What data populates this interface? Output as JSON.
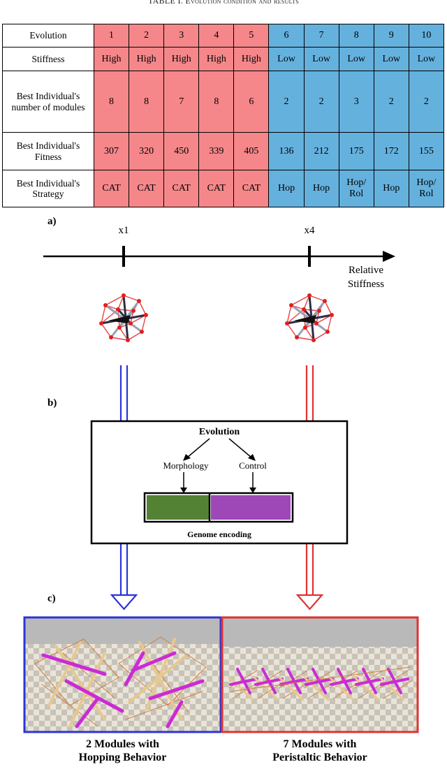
{
  "caption": {
    "prefix": "TABLE I.",
    "text": "Evolution condition and results"
  },
  "table": {
    "row_headers": [
      "Evolution",
      "Stiffness",
      "Best Individual's number of modules",
      "Best Individual's Fitness",
      "Best Individual's Strategy"
    ],
    "columns": [
      {
        "evolution": "1",
        "stiffness": "High",
        "modules": "8",
        "fitness": "307",
        "strategy": "CAT",
        "group": "high"
      },
      {
        "evolution": "2",
        "stiffness": "High",
        "modules": "8",
        "fitness": "320",
        "strategy": "CAT",
        "group": "high"
      },
      {
        "evolution": "3",
        "stiffness": "High",
        "modules": "7",
        "fitness": "450",
        "strategy": "CAT",
        "group": "high"
      },
      {
        "evolution": "4",
        "stiffness": "High",
        "modules": "8",
        "fitness": "339",
        "strategy": "CAT",
        "group": "high"
      },
      {
        "evolution": "5",
        "stiffness": "High",
        "modules": "6",
        "fitness": "405",
        "strategy": "CAT",
        "group": "high"
      },
      {
        "evolution": "6",
        "stiffness": "Low",
        "modules": "2",
        "fitness": "136",
        "strategy": "Hop",
        "group": "low"
      },
      {
        "evolution": "7",
        "stiffness": "Low",
        "modules": "2",
        "fitness": "212",
        "strategy": "Hop",
        "group": "low"
      },
      {
        "evolution": "8",
        "stiffness": "Low",
        "modules": "3",
        "fitness": "175",
        "strategy": "Hop/ Rol",
        "group": "low"
      },
      {
        "evolution": "9",
        "stiffness": "Low",
        "modules": "2",
        "fitness": "172",
        "strategy": "Hop",
        "group": "low"
      },
      {
        "evolution": "10",
        "stiffness": "Low",
        "modules": "2",
        "fitness": "155",
        "strategy": "Hop/ Rol",
        "group": "low"
      }
    ],
    "colors": {
      "high": "#f5878a",
      "low": "#65b1de"
    }
  },
  "figure": {
    "labels": {
      "a": "a)",
      "b": "b)",
      "c": "c)"
    },
    "axis": {
      "tick1": "x1",
      "tick2": "x4",
      "label_line1": "Relative",
      "label_line2": "Stiffness"
    },
    "diagram": {
      "evolution": "Evolution",
      "morphology": "Morphology",
      "control": "Control",
      "genome": "Genome encoding",
      "morph_color": "#548235",
      "control_color": "#9e48b8"
    },
    "arrow_colors": {
      "left": "#2b34d6",
      "right": "#e03232"
    },
    "sim": {
      "left_line1": "2 Modules with",
      "left_line2": "Hopping Behavior",
      "right_line1": "7 Modules with",
      "right_line2": "Peristaltic Behavior"
    }
  }
}
